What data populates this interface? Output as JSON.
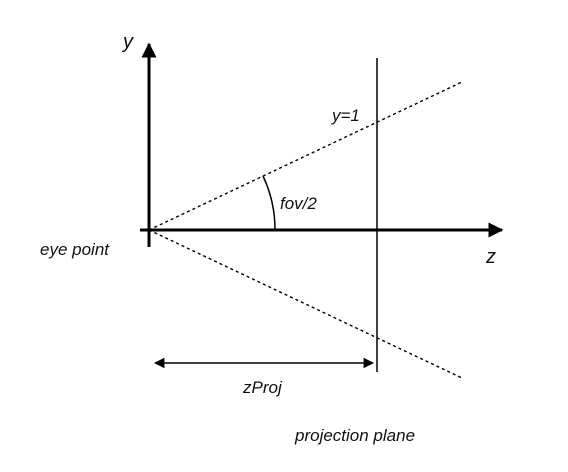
{
  "diagram": {
    "labels": {
      "y_axis": "y",
      "z_axis": "z",
      "y_equals_one": "y=1",
      "fov_half": "fov/2",
      "eye_point": "eye point",
      "z_proj": "zProj",
      "projection_plane": "projection plane"
    },
    "colors": {
      "stroke": "#000000",
      "text": "#111111",
      "background": "#ffffff"
    }
  }
}
